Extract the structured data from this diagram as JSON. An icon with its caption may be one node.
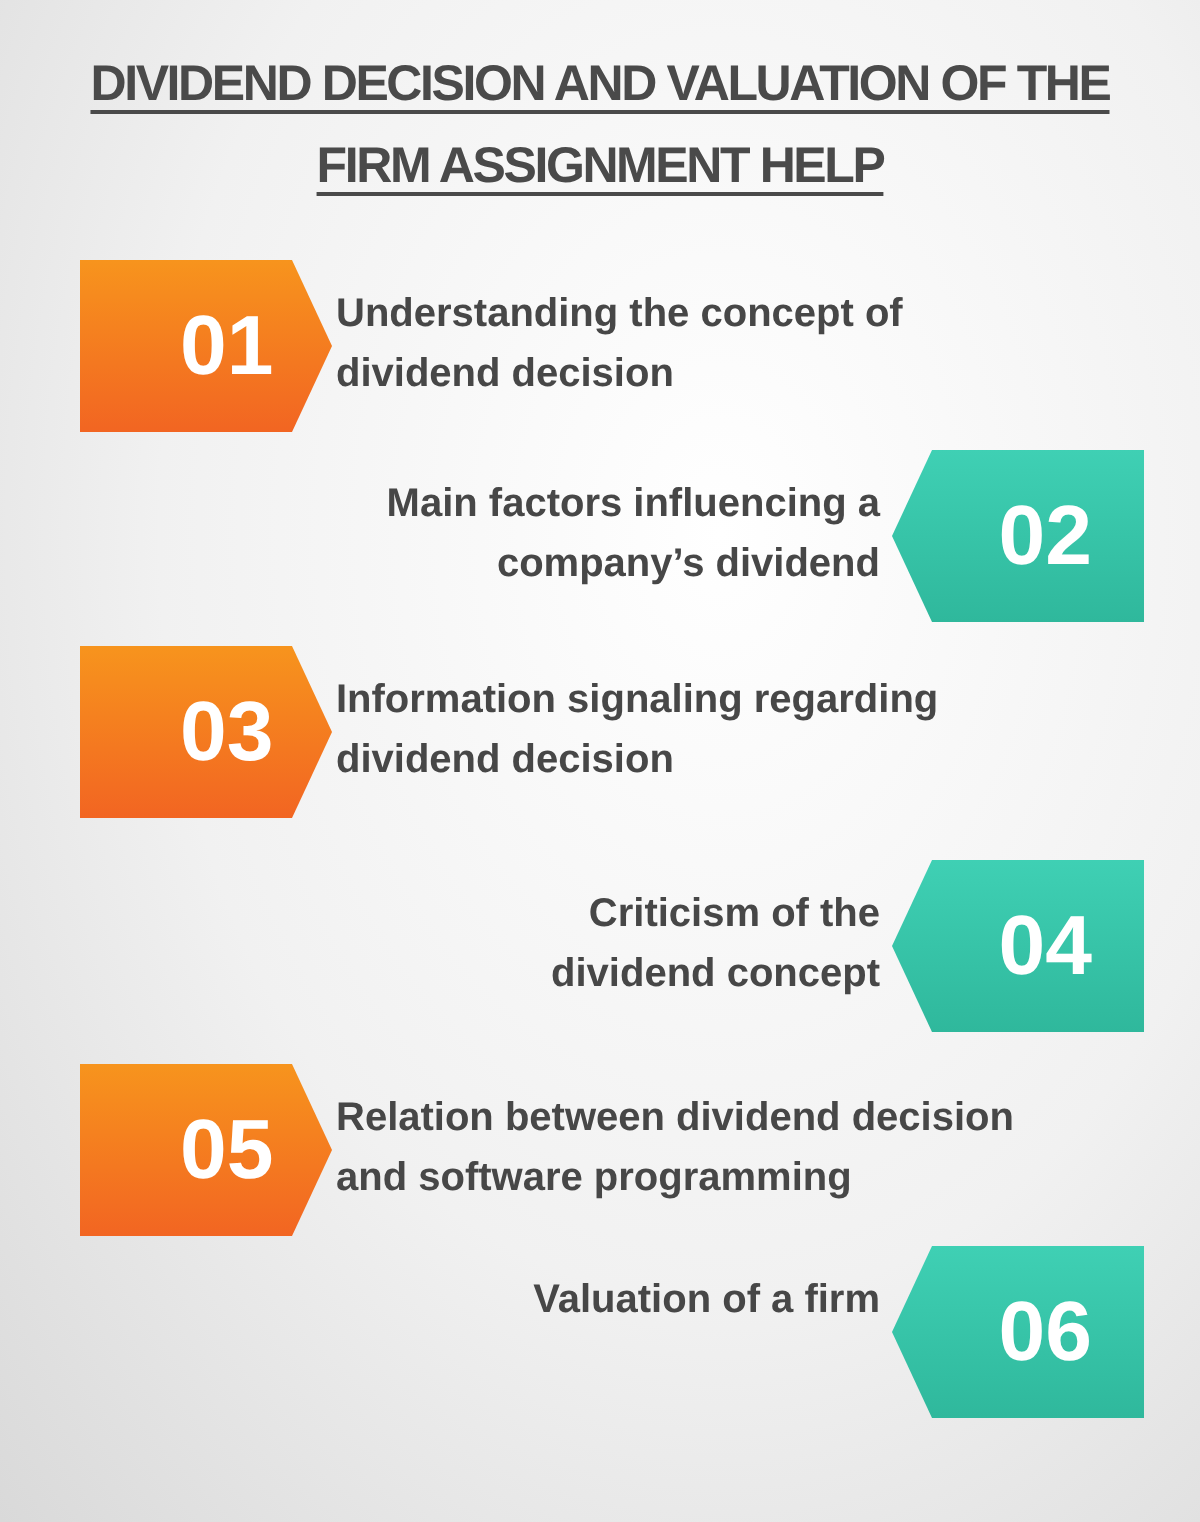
{
  "diagram": {
    "title": "DIVIDEND DECISION AND VALUATION OF THE FIRM ASSIGNMENT HELP",
    "nodes": [
      {
        "text": [
          "01"
        ],
        "beside": [
          "Understanding the concept of dividend decision"
        ]
      },
      {
        "text": [
          "02"
        ],
        "beside": [
          "Main factors influencing a company’s dividend"
        ]
      },
      {
        "text": [
          "03"
        ],
        "beside": [
          "Information signaling regarding dividend decision"
        ]
      },
      {
        "text": [
          "04"
        ],
        "beside": [
          "Criticism of the dividend concept"
        ]
      },
      {
        "text": [
          "05"
        ],
        "beside": [
          "Relation between dividend decision and software programming"
        ]
      },
      {
        "text": [
          "06"
        ],
        "beside": [
          "Valuation of a firm"
        ]
      }
    ]
  }
}
